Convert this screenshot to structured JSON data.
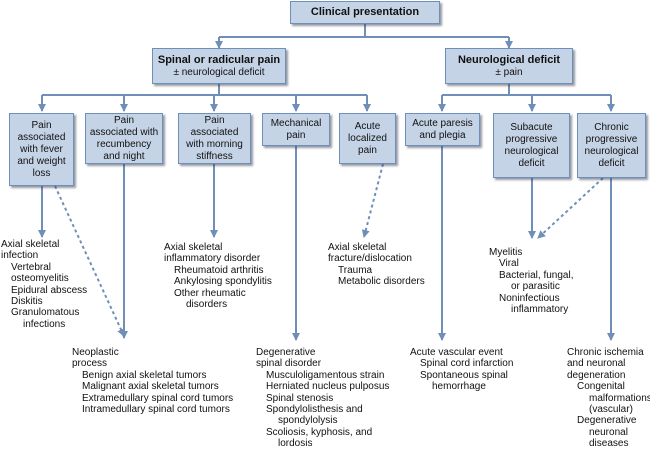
{
  "diagram": {
    "root": {
      "label": "Clinical presentation"
    },
    "branches": [
      {
        "title": "Spinal or radicular pain",
        "subtitle": "± neurological deficit"
      },
      {
        "title": "Neurological deficit",
        "subtitle": "± pain"
      }
    ],
    "categories": [
      {
        "lines": [
          "Pain",
          "associated",
          "with fever",
          "and weight",
          "loss"
        ]
      },
      {
        "lines": [
          "Pain",
          "associated with",
          "recumbency",
          "and night"
        ]
      },
      {
        "lines": [
          "Pain",
          "associated",
          "with morning",
          "stiffness"
        ]
      },
      {
        "lines": [
          "Mechanical",
          "pain"
        ]
      },
      {
        "lines": [
          "Acute",
          "localized",
          "pain"
        ]
      },
      {
        "lines": [
          "Acute paresis",
          "and plegia"
        ]
      },
      {
        "lines": [
          "Subacute",
          "progressive",
          "neurological",
          "deficit"
        ]
      },
      {
        "lines": [
          "Chronic",
          "progressive",
          "neurological",
          "deficit"
        ]
      }
    ],
    "diagnoses": {
      "infection": [
        {
          "text": "Axial skeletal",
          "indent": 0
        },
        {
          "text": "infection",
          "indent": 0
        },
        {
          "text": "Vertebral",
          "indent": 1
        },
        {
          "text": "osteomyelitis",
          "indent": 1
        },
        {
          "text": "Epidural abscess",
          "indent": 1
        },
        {
          "text": "Diskitis",
          "indent": 1
        },
        {
          "text": "Granulomatous",
          "indent": 1
        },
        {
          "text": "infections",
          "indent": 2
        }
      ],
      "neoplastic": [
        {
          "text": "Neoplastic",
          "indent": 0
        },
        {
          "text": "process",
          "indent": 0
        },
        {
          "text": "Benign axial skeletal tumors",
          "indent": 1
        },
        {
          "text": "Malignant axial skeletal tumors",
          "indent": 1
        },
        {
          "text": "Extramedullary spinal cord tumors",
          "indent": 1
        },
        {
          "text": "Intramedullary spinal cord tumors",
          "indent": 1
        }
      ],
      "inflammatory": [
        {
          "text": "Axial skeletal",
          "indent": 0
        },
        {
          "text": "inflammatory disorder",
          "indent": 0
        },
        {
          "text": "Rheumatoid arthritis",
          "indent": 1
        },
        {
          "text": "Ankylosing spondylitis",
          "indent": 1
        },
        {
          "text": "Other rheumatic",
          "indent": 1
        },
        {
          "text": "disorders",
          "indent": 2
        }
      ],
      "fracture": [
        {
          "text": "Axial skeletal",
          "indent": 0
        },
        {
          "text": "fracture/dislocation",
          "indent": 0
        },
        {
          "text": "Trauma",
          "indent": 1
        },
        {
          "text": "Metabolic disorders",
          "indent": 1
        }
      ],
      "myelitis": [
        {
          "text": "Myelitis",
          "indent": 0
        },
        {
          "text": "Viral",
          "indent": 1
        },
        {
          "text": "Bacterial, fungal,",
          "indent": 1
        },
        {
          "text": "or parasitic",
          "indent": 2
        },
        {
          "text": "Noninfectious",
          "indent": 1
        },
        {
          "text": "inflammatory",
          "indent": 2
        }
      ],
      "degenerative": [
        {
          "text": "Degenerative",
          "indent": 0
        },
        {
          "text": "spinal disorder",
          "indent": 0
        },
        {
          "text": "Musculoligamentous strain",
          "indent": 1
        },
        {
          "text": "Herniated nucleus pulposus",
          "indent": 1
        },
        {
          "text": "Spinal stenosis",
          "indent": 1
        },
        {
          "text": "Spondylolisthesis and",
          "indent": 1
        },
        {
          "text": "spondylolysis",
          "indent": 2
        },
        {
          "text": "Scoliosis, kyphosis, and",
          "indent": 1
        },
        {
          "text": "lordosis",
          "indent": 2
        }
      ],
      "vascular": [
        {
          "text": "Acute vascular event",
          "indent": 0
        },
        {
          "text": "Spinal cord infarction",
          "indent": 1
        },
        {
          "text": "Spontaneous spinal",
          "indent": 1
        },
        {
          "text": "hemorrhage",
          "indent": 2
        }
      ],
      "chronic": [
        {
          "text": "Chronic ischemia",
          "indent": 0
        },
        {
          "text": "and neuronal",
          "indent": 0
        },
        {
          "text": "degeneration",
          "indent": 0
        },
        {
          "text": "Congenital",
          "indent": 1
        },
        {
          "text": "malformations",
          "indent": 2
        },
        {
          "text": "(vascular)",
          "indent": 2
        },
        {
          "text": "Degenerative",
          "indent": 1
        },
        {
          "text": "neuronal",
          "indent": 2
        },
        {
          "text": "diseases",
          "indent": 2
        }
      ]
    },
    "colors": {
      "box_fill": "#c5d3e6",
      "box_border": "#6f8eb8",
      "connector": "#6f8eb8"
    }
  }
}
